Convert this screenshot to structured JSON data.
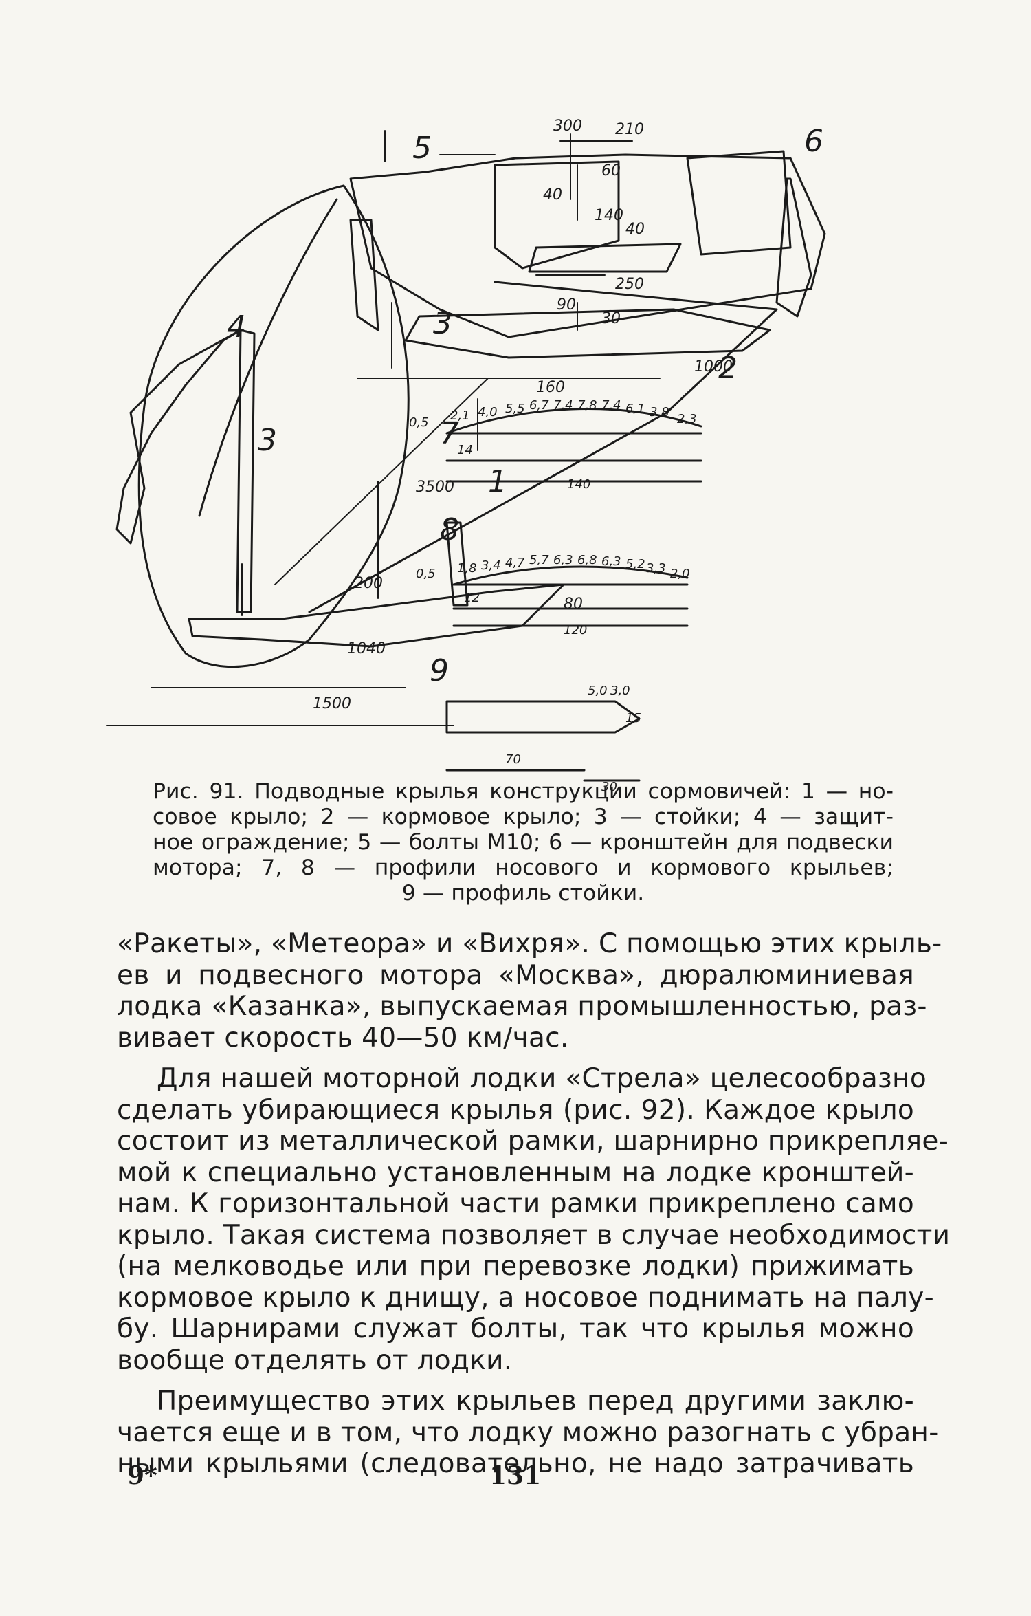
{
  "figure": {
    "callouts": {
      "n1": "1",
      "n2": "2",
      "n3a": "3",
      "n3b": "3",
      "n4": "4",
      "n5": "5",
      "n6": "6",
      "n7": "7",
      "n8": "8",
      "n9": "9"
    },
    "dims": {
      "d300": "300",
      "d210": "210",
      "d40a": "40",
      "d60": "60",
      "d140": "140",
      "d40b": "40",
      "d250": "250",
      "d90": "90",
      "d30": "30",
      "d160": "160",
      "d1000": "1000",
      "d3500": "3500",
      "d200": "200",
      "d80": "80",
      "d1040": "1040",
      "d1500": "1500"
    },
    "profile7": {
      "ordinates": [
        "0,5",
        "2,1",
        "4,0",
        "5,5",
        "6,7",
        "7,4",
        "7,8",
        "7,4",
        "6,1",
        "3,8",
        "2,3"
      ],
      "spacing": "14",
      "length": "140"
    },
    "profile8": {
      "ordinates": [
        "0,5",
        "1,8",
        "3,4",
        "4,7",
        "5,7",
        "6,3",
        "6,8",
        "6,3",
        "5,2",
        "3,3",
        "2,0"
      ],
      "spacing": "12",
      "length": "120"
    },
    "profile9": {
      "dims": [
        "5,0",
        "3,0",
        "15",
        "70",
        "30"
      ]
    }
  },
  "caption": {
    "lines": [
      "Рис. 91. Подводные крылья конструкции сормовичей: 1 — но-",
      "совое крыло; 2 — кормовое крыло; 3 — стойки; 4 — защит-",
      "ное ограждение; 5 — болты М10; 6 — кронштейн для подвески",
      "мотора; 7, 8 — профили носового и кормового крыльев;",
      "9 — профиль стойки."
    ]
  },
  "body": {
    "paragraphs": [
      {
        "lines": [
          "«Ракеты», «Метеора» и «Вихря». С помощью этих крыль-",
          "ев и подвесного мотора «Москва», дюралюминиевая",
          "лодка «Казанка», выпускаемая промышленностью, раз-",
          "вивает скорость 40—50 км/час."
        ]
      },
      {
        "lines": [
          "Для нашей моторной лодки «Стрела» целесообразно",
          "сделать убирающиеся крылья (рис. 92). Каждое крыло",
          "состоит из металлической рамки, шарнирно прикрепляе-",
          "мой к специально установленным на лодке кронштей-",
          "нам. К горизонтальной части рамки прикреплено само",
          "крыло. Такая система позволяет в случае необходимости",
          "(на мелководье или при перевозке лодки) прижимать",
          "кормовое крыло к днищу, а носовое поднимать на палу-",
          "бу. Шарнирами служат болты, так что крылья можно",
          "вообще отделять от лодки."
        ]
      },
      {
        "lines": [
          "Преимущество этих крыльев перед другими заклю-",
          "чается еще и в том, что лодку можно разогнать с убран-",
          "ными крыльями (следовательно, не надо затрачивать"
        ]
      }
    ]
  },
  "footer": {
    "signature": "9*",
    "page_number": "131"
  }
}
